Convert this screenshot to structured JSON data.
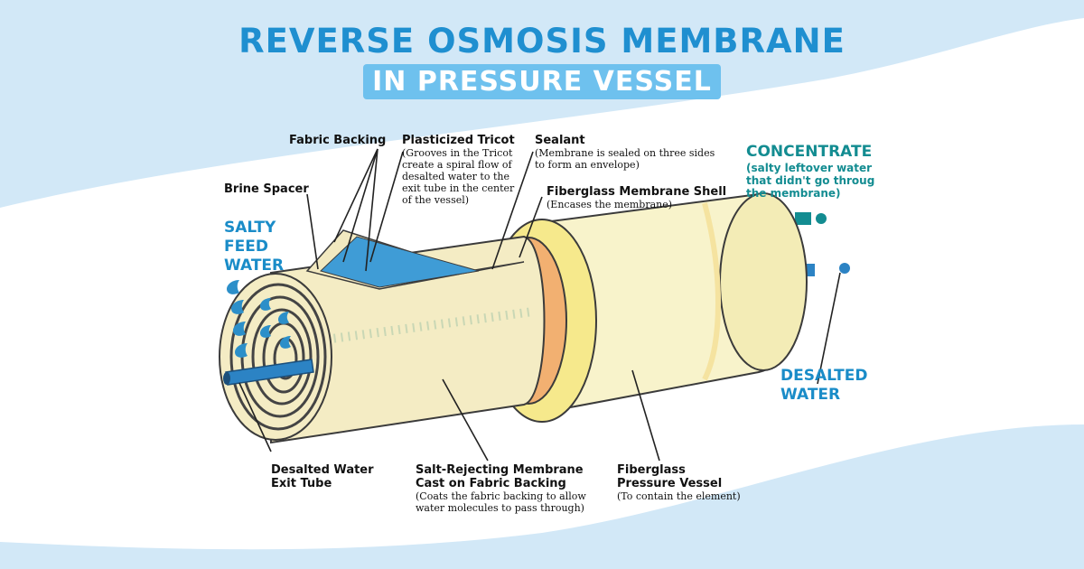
{
  "title": {
    "line1": "REVERSE OSMOSIS MEMBRANE",
    "line2": "IN PRESSURE VESSEL"
  },
  "labels": {
    "fabric_backing": "Fabric Backing",
    "plasticized_tricot": {
      "title": "Plasticized Tricot",
      "note": "(Grooves in the Tricot create a spiral flow of desalted water to the exit tube in the center of the vessel)"
    },
    "sealant": {
      "title": "Sealant",
      "note": "(Membrane is sealed on three sides to form an envelope)"
    },
    "fiberglass_shell": {
      "title": "Fiberglass Membrane Shell",
      "note": "(Encases the membrane)"
    },
    "concentrate": {
      "title": "CONCENTRATE",
      "note": "(salty leftover water that didn't go throug the membrane)"
    },
    "brine_spacer": "Brine Spacer",
    "salty_feed_water": [
      "SALTY",
      "FEED",
      "WATER"
    ],
    "desalted_water": [
      "DESALTED",
      "WATER"
    ],
    "exit_tube": [
      "Desalted Water",
      "Exit Tube"
    ],
    "salt_rejecting": {
      "title": [
        "Salt-Rejecting Membrane",
        "Cast on Fabric Backing"
      ],
      "note": "(Coats the fabric backing to allow water molecules to pass through)"
    },
    "pressure_vessel": {
      "title": [
        "Fiberglass",
        "Pressure Vessel"
      ],
      "note": "(To contain the element)"
    }
  },
  "colors": {
    "title_blue": "#1f8fd0",
    "subtitle_bg": "#6ec1ee",
    "cream": "#f7f1c6",
    "orange_ring": "#f2b071",
    "yellow_ring": "#f6e98c",
    "tube_blue": "#2c83c4",
    "teal": "#138c91"
  }
}
